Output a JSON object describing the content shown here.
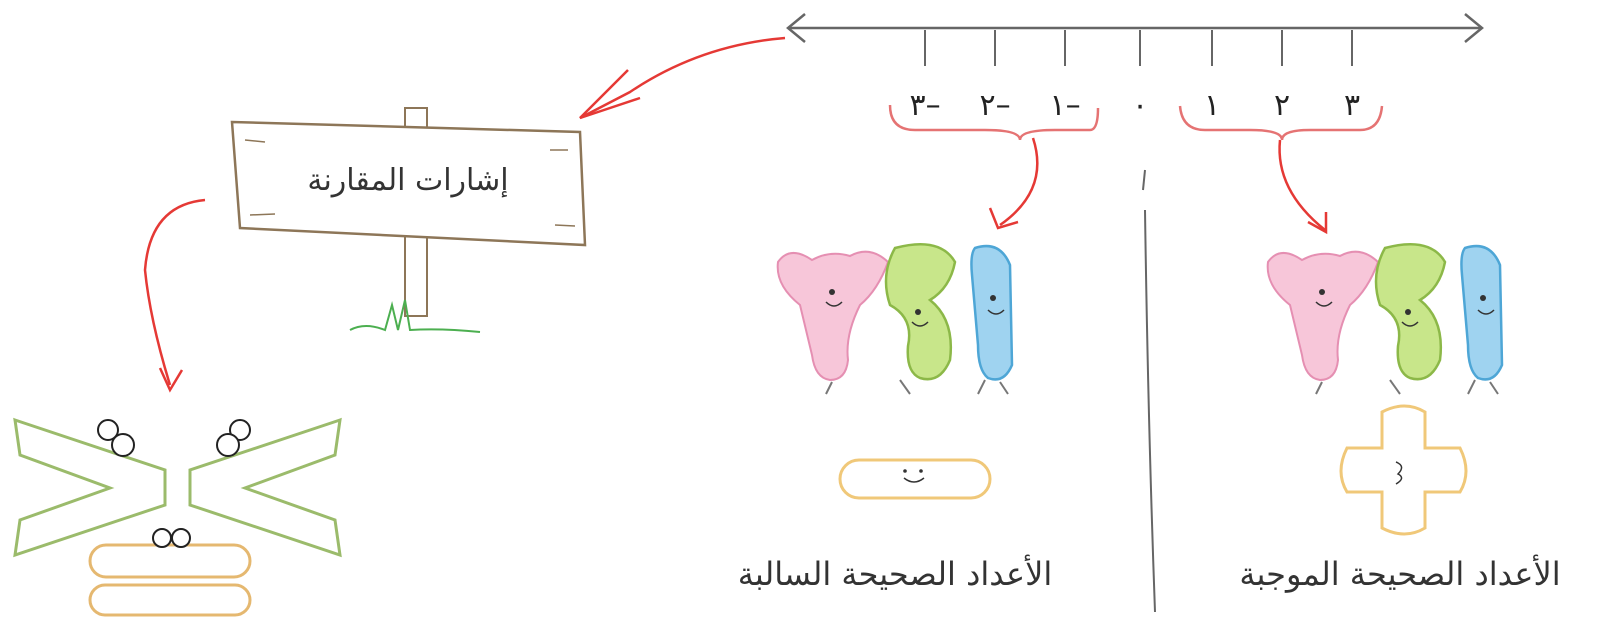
{
  "number_line": {
    "zero": "٠",
    "negatives": [
      "١–",
      "٢–",
      "٣–"
    ],
    "positives": [
      "١",
      "٢",
      "٣"
    ]
  },
  "sign": {
    "text": "إشارات المقارنة"
  },
  "captions": {
    "negative": "الأعداد الصحيحة السالبة",
    "positive": "الأعداد الصحيحة الموجبة"
  },
  "colors": {
    "arrow": "#e53935",
    "brace": "#e57373",
    "pink": "#f7c6d9",
    "green": "#c8e68a",
    "blue": "#9fd3f0",
    "wood": "#8d7658",
    "orange": "#f0c879"
  },
  "icons": [
    "comparison-sign-greater-than",
    "comparison-sign-less-than",
    "comparison-sign-equals",
    "minus-sign-icon",
    "plus-sign-icon"
  ]
}
